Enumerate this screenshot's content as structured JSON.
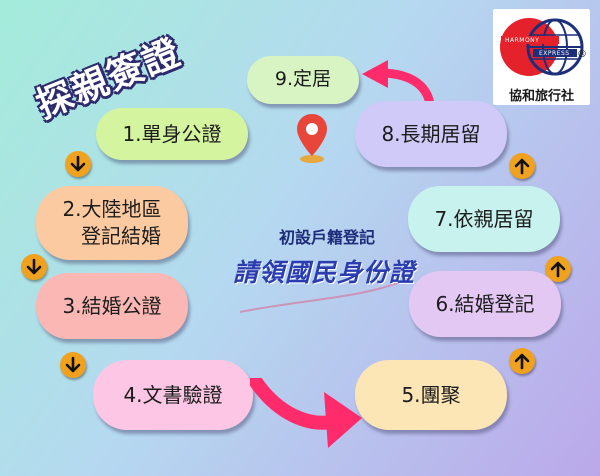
{
  "title": "探親簽證",
  "center": {
    "subtitle": "初設戶籍登記",
    "main": "請領國民身份證"
  },
  "logo": {
    "name": "協和旅行社",
    "brand_top": "HARMONY",
    "brand_bottom": "EXPRESS",
    "registered": "®"
  },
  "steps": {
    "s1": {
      "label": "1.單身公證"
    },
    "s2": {
      "line1": "2.大陸地區",
      "line2": "登記結婚"
    },
    "s3": {
      "label": "3.結婚公證"
    },
    "s4": {
      "label": "4.文書驗證"
    },
    "s5": {
      "label": "5.團聚"
    },
    "s6": {
      "label": "6.結婚登記"
    },
    "s7": {
      "label": "7.依親居留"
    },
    "s8": {
      "label": "8.長期居留"
    },
    "s9": {
      "label": "9.定居"
    }
  },
  "colors": {
    "s1": "#d4f4a0",
    "s2": "#fccaa0",
    "s3": "#fbb7b3",
    "s4": "#fcc6e4",
    "s5": "#fde6b5",
    "s6": "#e4c8f4",
    "s7": "#c8f2ee",
    "s8": "#cfcaf7",
    "s9": "#d9f4c3",
    "arrow_badge": "#f0a21f",
    "flow_arrow": "#ff2b6a"
  },
  "icons": {
    "location_pin": "location-pin-icon",
    "arrow_down": "arrow-down-icon",
    "arrow_up": "arrow-up-icon"
  }
}
